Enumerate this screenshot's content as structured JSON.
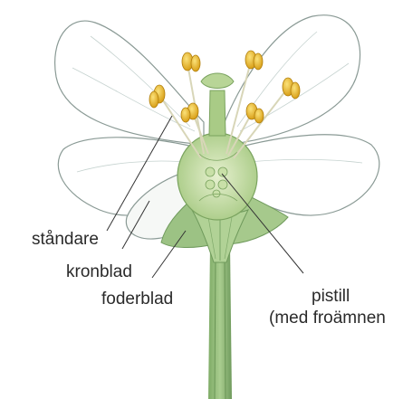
{
  "diagram": {
    "labels": {
      "standare": "ståndare",
      "kronblad": "kronblad",
      "foderblad": "foderblad",
      "pistill": "pistill",
      "pistill_note": "(med froämnen"
    },
    "colors": {
      "petal": "#ffffff",
      "petal_outline": "#8a9a95",
      "petal_shadow": "#dfe8e6",
      "sepal": "#9cc284",
      "sepal_dark": "#6f9a5c",
      "stem": "#8fbb78",
      "ovary": "#c8dfa8",
      "anther": "#e9b81e",
      "anther_dark": "#c08a10",
      "filament": "#f2f2e2",
      "leader_line": "#333333"
    }
  }
}
